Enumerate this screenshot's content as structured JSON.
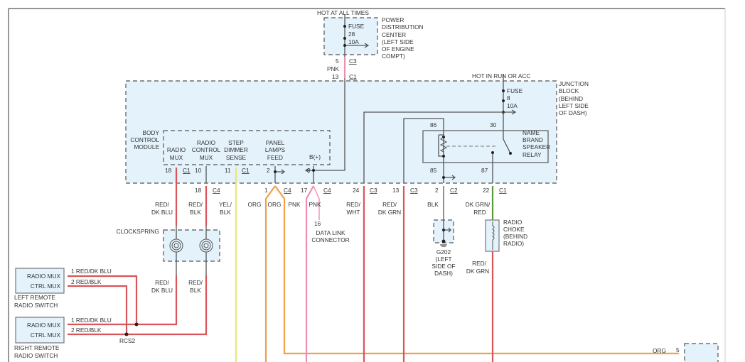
{
  "pdc": {
    "hot": "HOT AT ALL TIMES",
    "fuse": "FUSE",
    "fuse_no": "28",
    "amps": "10A",
    "name": [
      "POWER",
      "DISTRIBUTION",
      "CENTER",
      "(LEFT SIDE",
      "OF ENGINE",
      "COMPT)"
    ],
    "pin": "5",
    "conn": "C3",
    "wire": "PNK",
    "jb_pin": "13",
    "jb_conn": "C1"
  },
  "jb": {
    "hot": "HOT IN RUN OR ACC",
    "fuse": "FUSE",
    "fuse_no": "8",
    "amps": "10A",
    "name": [
      "JUNCTION",
      "BLOCK",
      "(BEHIND",
      "LEFT SIDE",
      "OF DASH)"
    ]
  },
  "relay": {
    "name": [
      "NAME",
      "BRAND",
      "SPEAKER",
      "RELAY"
    ],
    "p86": "86",
    "p30": "30",
    "p85": "85",
    "p87": "87"
  },
  "bcm": {
    "name": [
      "BODY",
      "CONTROL",
      "MODULE"
    ],
    "radio_mux": [
      "RADIO",
      "MUX"
    ],
    "radio_ctrl": [
      "RADIO",
      "CONTROL",
      "MUX"
    ],
    "step": [
      "STEP",
      "DIMMER",
      "SENSE"
    ],
    "panel": [
      "PANEL",
      "LAMPS",
      "FEED"
    ],
    "bplus": "B(+)",
    "pins": {
      "p18": "18",
      "c1a": "C1",
      "p10": "10",
      "p11": "11",
      "c1b": "C1",
      "p2": "2",
      "p9": "9"
    }
  },
  "lower_pins": [
    {
      "n": "18",
      "c": "C4"
    },
    {
      "n": "1",
      "c": "C4"
    },
    {
      "n": "17",
      "c": "C4"
    },
    {
      "n": "24",
      "c": "C3"
    },
    {
      "n": "13",
      "c": "C3"
    },
    {
      "n": "2",
      "c": "C2"
    },
    {
      "n": "22",
      "c": "C1"
    }
  ],
  "wires": {
    "red_dkblu": [
      "RED/",
      "DK BLU"
    ],
    "red_blk": [
      "RED/",
      "BLK"
    ],
    "yel_blk": [
      "YEL/",
      "BLK"
    ],
    "org1": "ORG",
    "org2": "ORG",
    "pnk1": "PNK",
    "pnk2": "PNK",
    "red_wht": [
      "RED/",
      "WHT"
    ],
    "red_dkgrn": [
      "RED/",
      "DK GRN"
    ],
    "blk": "BLK",
    "dkgrn_red": [
      "DK GRN/",
      "RED"
    ],
    "red_dkblu2": [
      "RED/",
      "DK BLU"
    ],
    "red_blk2": [
      "RED/",
      "BLK"
    ],
    "red_dkgrn2": [
      "RED/",
      "DK GRN"
    ],
    "org_bottom": "ORG",
    "org_pin": "5"
  },
  "dlc": {
    "pin": "16",
    "name": [
      "DATA LINK",
      "CONNECTOR"
    ]
  },
  "clockspring": "CLOCKSPRING",
  "ground": [
    "G202",
    "(LEFT",
    "SIDE OF",
    "DASH)"
  ],
  "choke": [
    "RADIO",
    "CHOKE",
    "(BEHIND",
    "RADIO)"
  ],
  "left_switch": {
    "l1": "RADIO MUX",
    "l2": "CTRL MUX",
    "name": [
      "LEFT REMOTE",
      "RADIO SWITCH"
    ],
    "w1": "1  RED/DK BLU",
    "w2": "2  RED/BLK"
  },
  "right_switch": {
    "l1": "RADIO MUX",
    "l2": "CTRL MUX",
    "name": [
      "RIGHT REMOTE",
      "RADIO SWITCH"
    ],
    "w1": "1  RED/DK BLU",
    "w2": "2  RED/BLK"
  },
  "splice": "RCS2",
  "colors": {
    "red": "#d9555a",
    "pink": "#f08cb4",
    "orange": "#f0a048",
    "yellow": "#e6e67a",
    "green": "#5a9a3a",
    "box_fill": "#e4f2fb"
  }
}
